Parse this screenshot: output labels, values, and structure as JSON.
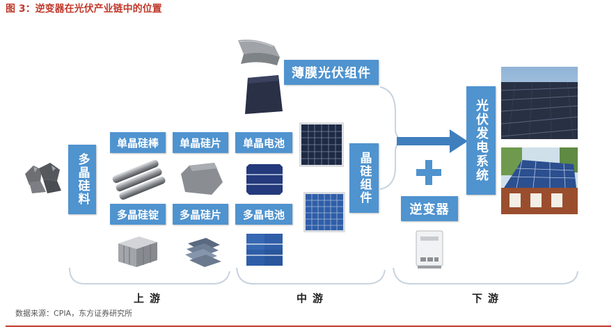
{
  "figure_title": "图 3：逆变器在光伏产业链中的位置",
  "boxes": {
    "polysilicon_material": "多晶硅料",
    "mono_rod": "单晶硅棒",
    "mono_wafer": "单晶硅片",
    "poly_ingot": "多晶硅锭",
    "poly_wafer": "多晶硅片",
    "mono_cell": "单晶电池",
    "poly_cell": "多晶电池",
    "thin_film_module": "薄膜光伏组件",
    "crystalline_module": "晶硅组件",
    "inverter": "逆变器",
    "pv_system": "光伏发电系统"
  },
  "segments": {
    "upstream": "上游",
    "midstream": "中游",
    "downstream": "下游"
  },
  "source": "数据来源：CPIA，东方证券研究所",
  "colors": {
    "box": "#4f93cf",
    "arrow": "#3f7fbd",
    "title": "#c0392b",
    "bracket": "#c8d3de"
  }
}
